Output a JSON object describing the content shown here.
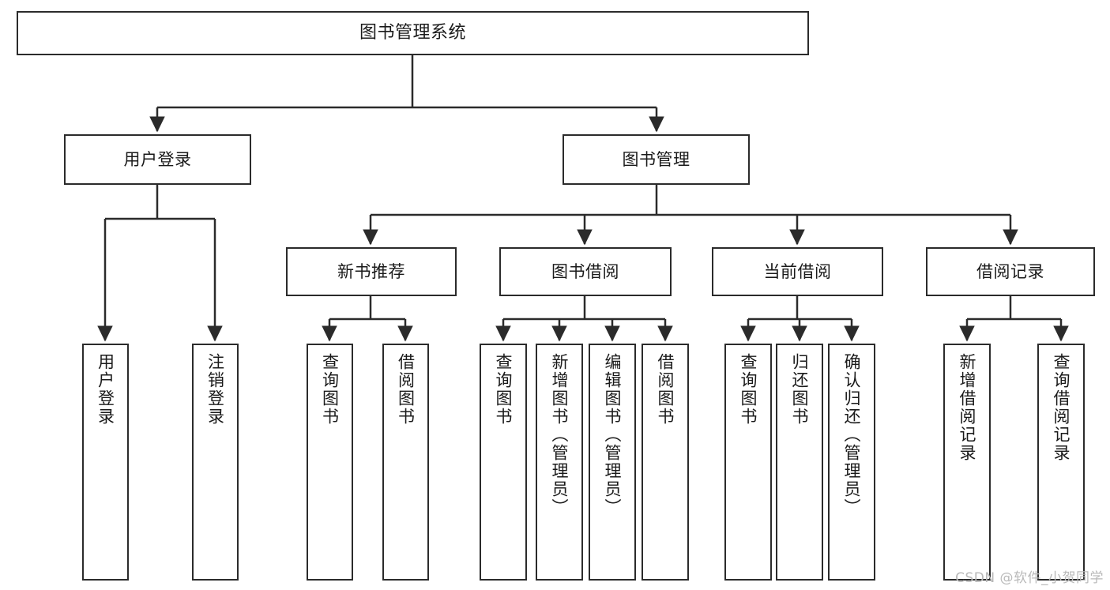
{
  "diagram": {
    "title": "图书管理系统",
    "type": "tree-hierarchy",
    "watermark": "CSDN @软件_小贺同学",
    "colors": {
      "stroke": "#2b2b2b",
      "fill": "#ffffff",
      "text": "#1a1a1a",
      "watermark": "#b9b9b9"
    },
    "nodes": {
      "root": {
        "label": "图书管理系统"
      },
      "level1": [
        {
          "id": "user-login",
          "label": "用户登录"
        },
        {
          "id": "book-manage",
          "label": "图书管理"
        }
      ],
      "level2": [
        {
          "id": "new-book-recommend",
          "label": "新书推荐"
        },
        {
          "id": "book-borrow",
          "label": "图书借阅"
        },
        {
          "id": "current-borrow",
          "label": "当前借阅"
        },
        {
          "id": "borrow-record",
          "label": "借阅记录"
        }
      ],
      "leaves": {
        "user_login": [
          {
            "id": "leaf-user-login",
            "label": "用户登录"
          },
          {
            "id": "leaf-logout-login",
            "label": "注销登录"
          }
        ],
        "new_book_recommend": [
          {
            "id": "leaf-query-book-1",
            "label": "查询图书"
          },
          {
            "id": "leaf-borrow-book-1",
            "label": "借阅图书"
          }
        ],
        "book_borrow": [
          {
            "id": "leaf-query-book-2",
            "label": "查询图书"
          },
          {
            "id": "leaf-add-book",
            "label": "新增图书（管理员）"
          },
          {
            "id": "leaf-edit-book",
            "label": "编辑图书（管理员）"
          },
          {
            "id": "leaf-borrow-book-2",
            "label": "借阅图书"
          }
        ],
        "current_borrow": [
          {
            "id": "leaf-query-book-3",
            "label": "查询图书"
          },
          {
            "id": "leaf-return-book",
            "label": "归还图书"
          },
          {
            "id": "leaf-confirm-return",
            "label": "确认归还（管理员）"
          }
        ],
        "borrow_record": [
          {
            "id": "leaf-add-borrow-record",
            "label": "新增借阅记录"
          },
          {
            "id": "leaf-query-borrow-record",
            "label": "查询借阅记录"
          }
        ]
      }
    }
  }
}
